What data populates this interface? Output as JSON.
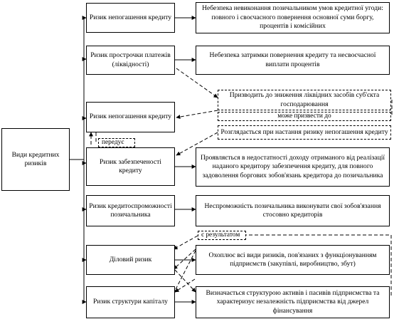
{
  "root": {
    "label": "Види кредитних ризиків"
  },
  "risks": [
    "Ризик непогашення кредиту",
    "Ризик прострочки платежів (ліквідності)",
    "Ризик непогашення кредиту",
    "Ризик забезпеченості кредиту",
    "Ризик кредитоспроможності позичальника",
    "Діловий ризик",
    "Ризик структури капіталу"
  ],
  "descriptions": [
    "Небезпека невиконання позичальником умов кредитної угоди: повного і своєчасного повернення основної суми боргу, процентів і комісійних",
    "Небезпека затримки повернення кредиту та несвоєчасної виплати процентів",
    "Проявляється в недостатності доходу отриманого від реалізації наданого кредитору забезпечення кредиту, для повного задоволення боргових зобов'язань кредитора до позичальника",
    "Неспроможність позичальника виконувати свої зобов'язання стосовно кредиторів",
    "Охоплює всі види ризиків, пов'язаних з функціонуванням підприємств (закупівлі, виробництво, збут)",
    "Визначається структурою активів і пасивів підприємства та характеризує незалежність підприємства від джерел фінансування"
  ],
  "notes": {
    "liquidity": "Призводить до зниження ліквідних засобів суб'єкта господарювання",
    "may_lead": "може призвести до",
    "considered": "Розглядається при настання ризику непогашення кредиту"
  },
  "tags": {
    "precedes": "передує",
    "results": "є результатом"
  }
}
